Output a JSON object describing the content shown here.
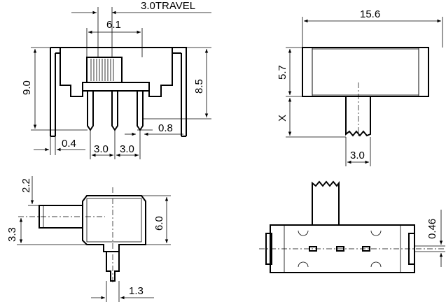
{
  "dimensions": {
    "travel": "3.0TRAVEL",
    "front_width_6_1": "6.1",
    "front_height_9_0": "9.0",
    "front_height_8_5": "8.5",
    "offset_0_4": "0.4",
    "pitch_left": "3.0",
    "pitch_right": "3.0",
    "offset_0_8": "0.8",
    "top_length": "15.6",
    "top_height": "5.7",
    "top_x": "X",
    "top_actuator": "3.0",
    "side_2_2": "2.2",
    "side_3_3": "3.3",
    "side_6_0": "6.0",
    "side_1_3": "1.3",
    "bottom_0_46": "0.46"
  }
}
